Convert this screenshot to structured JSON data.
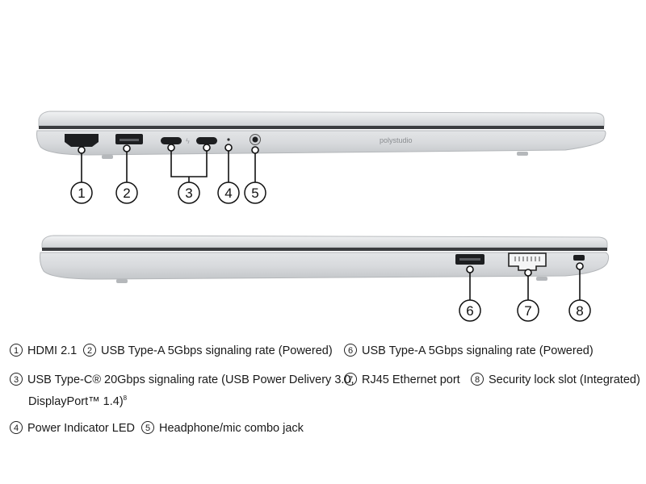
{
  "brand_text": "polystudio",
  "callouts": [
    "1",
    "2",
    "3",
    "4",
    "5",
    "6",
    "7",
    "8"
  ],
  "legend": [
    {
      "num": "1",
      "text": "HDMI 2.1"
    },
    {
      "num": "2",
      "text": "USB Type-A 5Gbps signaling rate (Powered)"
    },
    {
      "num": "6",
      "text": "USB Type-A 5Gbps signaling rate (Powered)"
    },
    {
      "num": "3",
      "text": "USB Type-C® 20Gbps signaling rate (USB Power Delivery 3.0,",
      "text2": "DisplayPort™ 1.4)",
      "sup": "8"
    },
    {
      "num": "7",
      "text": "RJ45 Ethernet port"
    },
    {
      "num": "8",
      "text": "Security lock slot (Integrated)"
    },
    {
      "num": "4",
      "text": "Power Indicator LED"
    },
    {
      "num": "5",
      "text": "Headphone/mic combo jack"
    }
  ]
}
